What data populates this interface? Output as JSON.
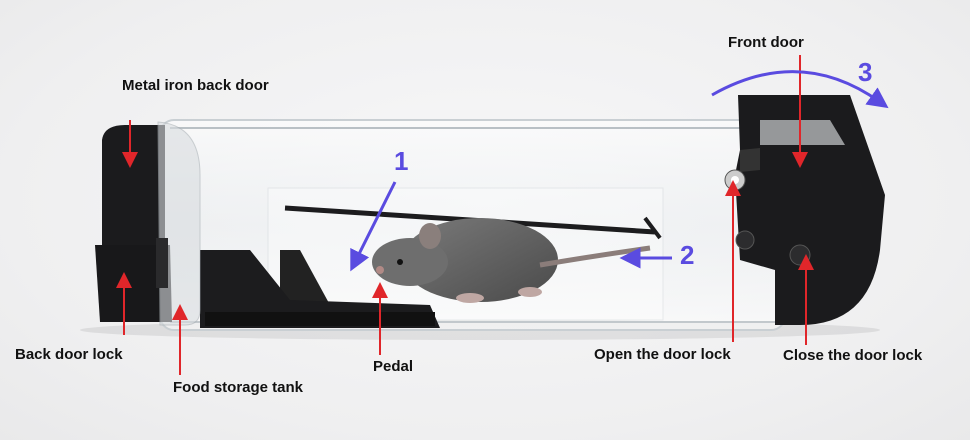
{
  "labels": {
    "metal_back_door": "Metal iron back door",
    "back_door_lock": "Back door lock",
    "food_storage_tank": "Food storage tank",
    "pedal": "Pedal",
    "open_door_lock": "Open the door lock",
    "close_door_lock": "Close the door lock",
    "front_door": "Front door"
  },
  "steps": {
    "one": "1",
    "two": "2",
    "three": "3"
  },
  "colors": {
    "step_arrow": "#5a4be0",
    "pointer_arrow": "#e0262a",
    "trap_body": "#1b1b1d"
  }
}
